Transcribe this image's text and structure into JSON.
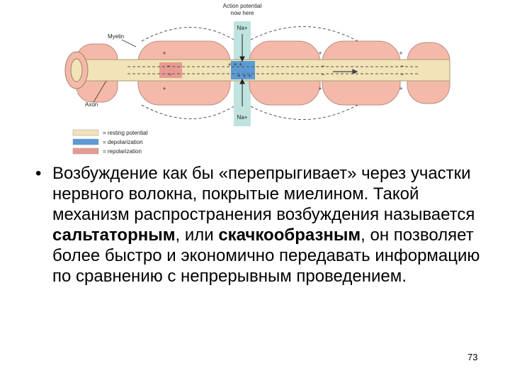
{
  "diagram": {
    "top_label_line1": "Action potential",
    "top_label_line2": "now here",
    "na_top": "Na+",
    "na_bottom": "Na+",
    "myelin_label": "Myelin",
    "axon_label": "Axon",
    "legend": [
      {
        "label": "= resting potential",
        "color": "#f2e3b8"
      },
      {
        "label": "= depolarization",
        "color": "#5b9bd5"
      },
      {
        "label": "= repolarization",
        "color": "#e89a92"
      }
    ],
    "colors": {
      "myelin": "#f4b9a8",
      "axon": "#f2e3b8",
      "depolarization": "#5b9bd5",
      "repolarization": "#e89a92",
      "channel": "#bfe3df"
    }
  },
  "text": {
    "bullet": "•",
    "part1": "Возбуждение как бы «перепрыгивает» через участки нервного волокна, покрытые миелином. Такой механизм распространения возбуждения называется ",
    "bold1": "сальтаторным",
    "part2": ", или ",
    "bold2": "скачкообразным",
    "part3": ", он позволяет более быстро и экономично передавать информацию по сравнению с непрерывным проведением."
  },
  "page_number": "73"
}
